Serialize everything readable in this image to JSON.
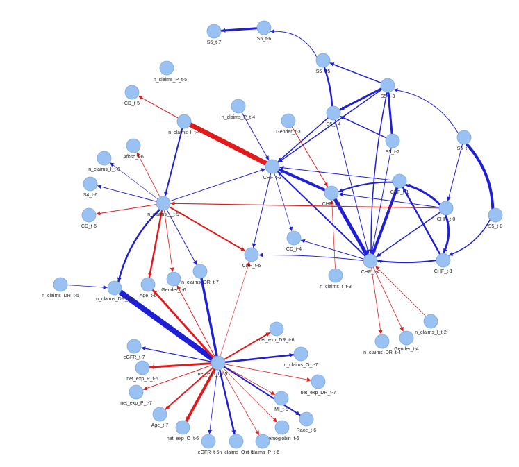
{
  "colors": {
    "positive": "#e31a1c",
    "negative": "#1f1fd6",
    "node_fill": "#99c2f2",
    "node_stroke": "#7fa9dc",
    "label": "#222222"
  },
  "graph": {
    "nodes": [
      {
        "id": "S5_t-7",
        "label": "S5_t-7"
      },
      {
        "id": "S5_t-6",
        "label": "S5_t-6"
      },
      {
        "id": "S5_t-5",
        "label": "S5_t-5"
      },
      {
        "id": "S5_t-4",
        "label": "S5_t-4"
      },
      {
        "id": "S5_t-3",
        "label": "S5_t-3"
      },
      {
        "id": "S5_t-2",
        "label": "S5_t-2"
      },
      {
        "id": "S5_t-1",
        "label": "S5_t-1"
      },
      {
        "id": "S5_t-0",
        "label": "S5_t-0"
      },
      {
        "id": "n_claims_P_t-5",
        "label": "n_claims_P_t-5"
      },
      {
        "id": "CD_t-5",
        "label": "CD_t-5"
      },
      {
        "id": "n_claims_I_t-4",
        "label": "n_claims_I_t-4"
      },
      {
        "id": "n_claims_P_t-4",
        "label": "n_claims_P_t-4"
      },
      {
        "id": "Gender_t-3",
        "label": "Gender_t-3"
      },
      {
        "id": "Afhsc_t-6",
        "label": "Afhsc_t-6"
      },
      {
        "id": "n_claims_I_t-6",
        "label": "n_claims_I_t-6"
      },
      {
        "id": "S4_t-6",
        "label": "S4_t-6"
      },
      {
        "id": "CD_t-6",
        "label": "CD_t-6"
      },
      {
        "id": "n_claims_I_t-5",
        "label": "n_claims_I_t-5"
      },
      {
        "id": "CHF_t-3",
        "label": "CHF_t-3"
      },
      {
        "id": "CHF_t-2",
        "label": "CHF_t-2"
      },
      {
        "id": "CHF_t-1b",
        "label": "CHF_t-1"
      },
      {
        "id": "CHF_t-0",
        "label": "CHF_t-0"
      },
      {
        "id": "CHF_t-1",
        "label": "CHF_t-1"
      },
      {
        "id": "CHF_t-4",
        "label": "CHF_t-4"
      },
      {
        "id": "CD_t-4",
        "label": "CD_t-4"
      },
      {
        "id": "CHF_t-6",
        "label": "CHF_t-6"
      },
      {
        "id": "n_claims_I_t-3",
        "label": "n_claims_I_t-3"
      },
      {
        "id": "n_claims_DR_t-5",
        "label": "n_claims_DR_t-5"
      },
      {
        "id": "n_claims_DR_t-6",
        "label": "n_claims_DR_t-6"
      },
      {
        "id": "Age_t-6",
        "label": "Age_t-6"
      },
      {
        "id": "Gender_t-6",
        "label": "Gender_t-6"
      },
      {
        "id": "n_claims_DR_t-7",
        "label": "n_claims_DR_t-7"
      },
      {
        "id": "n_claims_I_t-2",
        "label": "n_claims_I_t-2"
      },
      {
        "id": "n_claims_DR_t-4",
        "label": "n_claims_DR_t-4"
      },
      {
        "id": "Gender_t-4",
        "label": "Gender_t-4"
      },
      {
        "id": "net_exp_DR_t-6",
        "label": "net_exp_DR_t-6"
      },
      {
        "id": "eGFR_t-7",
        "label": "eGFR_t-7"
      },
      {
        "id": "n_claims_O_t-7",
        "label": "n_claims_O_t-7"
      },
      {
        "id": "net_exp_I_t-5",
        "label": "net_exp_I_t-5"
      },
      {
        "id": "net_exp_P_t-6",
        "label": "net_exp_P_t-6"
      },
      {
        "id": "net_exp_DR_t-7",
        "label": "net_exp_DR_t-7"
      },
      {
        "id": "net_exp_P_t-7",
        "label": "net_exp_P_t-7"
      },
      {
        "id": "MI_t-6",
        "label": "MI_t-6"
      },
      {
        "id": "Age_t-7",
        "label": "Age_t-7"
      },
      {
        "id": "Race_t-6",
        "label": "Race_t-6"
      },
      {
        "id": "net_exp_O_t-6",
        "label": "net_exp_O_t-6"
      },
      {
        "id": "Hemoglobin_t-6",
        "label": "Hemoglobin_t-6"
      },
      {
        "id": "eGFR_t-6",
        "label": "eGFR_t-6"
      },
      {
        "id": "n_claims_O_t-6",
        "label": "n_claims_O_t-6"
      },
      {
        "id": "n_claims_P_t-6",
        "label": "n_claims_P_t-6"
      }
    ],
    "edges": [
      {
        "from": "S5_t-6",
        "to": "S5_t-7",
        "sign": "negative",
        "weight": 3
      },
      {
        "from": "S5_t-5",
        "to": "S5_t-6",
        "sign": "negative",
        "weight": 1
      },
      {
        "from": "S5_t-3",
        "to": "S5_t-5",
        "sign": "negative",
        "weight": 1.5
      },
      {
        "from": "S5_t-1",
        "to": "S5_t-3",
        "sign": "negative",
        "weight": 1
      },
      {
        "from": "S5_t-0",
        "to": "S5_t-1",
        "sign": "negative",
        "weight": 4
      },
      {
        "from": "S5_t-3",
        "to": "S5_t-4",
        "sign": "negative",
        "weight": 3
      },
      {
        "from": "S5_t-4",
        "to": "S5_t-5",
        "sign": "negative",
        "weight": 2.5
      },
      {
        "from": "S5_t-2",
        "to": "S5_t-3",
        "sign": "negative",
        "weight": 3
      },
      {
        "from": "S5_t-2",
        "to": "S5_t-4",
        "sign": "negative",
        "weight": 1.5
      },
      {
        "from": "S5_t-4",
        "to": "CHF_t-3",
        "sign": "negative",
        "weight": 1.5
      },
      {
        "from": "S5_t-3",
        "to": "CHF_t-3",
        "sign": "negative",
        "weight": 1.5
      },
      {
        "from": "S5_t-3",
        "to": "CHF_t-4",
        "sign": "negative",
        "weight": 1.5
      },
      {
        "from": "S5_t-4",
        "to": "CHF_t-4",
        "sign": "negative",
        "weight": 1
      },
      {
        "from": "S5_t-2",
        "to": "CHF_t-4",
        "sign": "negative",
        "weight": 1
      },
      {
        "from": "S5_t-1",
        "to": "CHF_t-0",
        "sign": "negative",
        "weight": 1
      },
      {
        "from": "S5_t-0",
        "to": "CHF_t-1",
        "sign": "negative",
        "weight": 1.5
      },
      {
        "from": "n_claims_I_t-4",
        "to": "CHF_t-3",
        "sign": "positive",
        "weight": 7
      },
      {
        "from": "n_claims_I_t-4",
        "to": "CD_t-5",
        "sign": "positive",
        "weight": 1
      },
      {
        "from": "n_claims_I_t-4",
        "to": "n_claims_I_t-5",
        "sign": "negative",
        "weight": 2
      },
      {
        "from": "n_claims_P_t-4",
        "to": "CHF_t-3",
        "sign": "negative",
        "weight": 1
      },
      {
        "from": "Gender_t-3",
        "to": "CHF_t-2",
        "sign": "positive",
        "weight": 1
      },
      {
        "from": "CHF_t-2",
        "to": "CHF_t-3",
        "sign": "negative",
        "weight": 4
      },
      {
        "from": "CHF_t-1b",
        "to": "CHF_t-2",
        "sign": "negative",
        "weight": 2
      },
      {
        "from": "CHF_t-0",
        "to": "CHF_t-1b",
        "sign": "negative",
        "weight": 3
      },
      {
        "from": "CHF_t-1",
        "to": "CHF_t-1b",
        "sign": "negative",
        "weight": 2.5
      },
      {
        "from": "CHF_t-1b",
        "to": "CHF_t-3",
        "sign": "negative",
        "weight": 1
      },
      {
        "from": "CHF_t-0",
        "to": "CHF_t-2",
        "sign": "negative",
        "weight": 1
      },
      {
        "from": "CHF_t-0",
        "to": "CHF_t-1",
        "sign": "negative",
        "weight": 3
      },
      {
        "from": "CHF_t-4",
        "to": "CHF_t-2",
        "sign": "negative",
        "weight": 5
      },
      {
        "from": "CHF_t-4",
        "to": "CHF_t-3",
        "sign": "negative",
        "weight": 2
      },
      {
        "from": "CHF_t-1b",
        "to": "CHF_t-4",
        "sign": "negative",
        "weight": 4
      },
      {
        "from": "CHF_t-0",
        "to": "CHF_t-4",
        "sign": "negative",
        "weight": 1.5
      },
      {
        "from": "CHF_t-1",
        "to": "CHF_t-4",
        "sign": "negative",
        "weight": 2
      },
      {
        "from": "CHF_t-2",
        "to": "CHF_t-4",
        "sign": "negative",
        "weight": 3
      },
      {
        "from": "CHF_t-4",
        "to": "CHF_t-6",
        "sign": "negative",
        "weight": 1
      },
      {
        "from": "CHF_t-4",
        "to": "CD_t-4",
        "sign": "negative",
        "weight": 1
      },
      {
        "from": "CHF_t-3",
        "to": "CD_t-4",
        "sign": "negative",
        "weight": 0.7
      },
      {
        "from": "CHF_t-3",
        "to": "CHF_t-6",
        "sign": "negative",
        "weight": 1
      },
      {
        "from": "n_claims_I_t-3",
        "to": "CHF_t-2",
        "sign": "positive",
        "weight": 0.7
      },
      {
        "from": "CHF_t-0",
        "to": "n_claims_I_t-5",
        "sign": "positive",
        "weight": 1.2
      },
      {
        "from": "n_claims_I_t-5",
        "to": "CHF_t-6",
        "sign": "positive",
        "weight": 2
      },
      {
        "from": "n_claims_I_t-5",
        "to": "CHF_t-3",
        "sign": "negative",
        "weight": 1
      },
      {
        "from": "n_claims_I_t-5",
        "to": "CD_t-6",
        "sign": "positive",
        "weight": 1
      },
      {
        "from": "n_claims_I_t-5",
        "to": "S4_t-6",
        "sign": "negative",
        "weight": 1
      },
      {
        "from": "n_claims_I_t-5",
        "to": "n_claims_I_t-6",
        "sign": "negative",
        "weight": 0.6
      },
      {
        "from": "n_claims_I_t-5",
        "to": "Afhsc_t-6",
        "sign": "positive",
        "weight": 0.8
      },
      {
        "from": "n_claims_I_t-5",
        "to": "n_claims_DR_t-6",
        "sign": "negative",
        "weight": 2.5
      },
      {
        "from": "n_claims_I_t-5",
        "to": "Age_t-6",
        "sign": "positive",
        "weight": 2.5
      },
      {
        "from": "n_claims_I_t-5",
        "to": "Gender_t-6",
        "sign": "positive",
        "weight": 0.8
      },
      {
        "from": "n_claims_I_t-5",
        "to": "n_claims_DR_t-7",
        "sign": "negative",
        "weight": 1
      },
      {
        "from": "n_claims_DR_t-5",
        "to": "n_claims_DR_t-6",
        "sign": "negative",
        "weight": 0.8
      },
      {
        "from": "CHF_t-4",
        "to": "n_claims_DR_t-4",
        "sign": "positive",
        "weight": 0.8
      },
      {
        "from": "CHF_t-4",
        "to": "Gender_t-4",
        "sign": "positive",
        "weight": 0.8
      },
      {
        "from": "n_claims_I_t-2",
        "to": "CHF_t-4",
        "sign": "positive",
        "weight": 0.8
      },
      {
        "from": "net_exp_I_t-5",
        "to": "n_claims_DR_t-6",
        "sign": "negative",
        "weight": 8
      },
      {
        "from": "net_exp_I_t-5",
        "to": "Age_t-6",
        "sign": "positive",
        "weight": 3
      },
      {
        "from": "net_exp_I_t-5",
        "to": "Gender_t-6",
        "sign": "positive",
        "weight": 1
      },
      {
        "from": "net_exp_I_t-5",
        "to": "n_claims_DR_t-7",
        "sign": "negative",
        "weight": 3.5
      },
      {
        "from": "net_exp_I_t-5",
        "to": "CHF_t-6",
        "sign": "positive",
        "weight": 0.6
      },
      {
        "from": "net_exp_I_t-5",
        "to": "net_exp_DR_t-6",
        "sign": "positive",
        "weight": 2
      },
      {
        "from": "net_exp_I_t-5",
        "to": "eGFR_t-7",
        "sign": "negative",
        "weight": 1.2
      },
      {
        "from": "net_exp_I_t-5",
        "to": "n_claims_O_t-7",
        "sign": "negative",
        "weight": 2.5
      },
      {
        "from": "net_exp_I_t-5",
        "to": "net_exp_P_t-6",
        "sign": "positive",
        "weight": 3
      },
      {
        "from": "net_exp_I_t-5",
        "to": "net_exp_DR_t-7",
        "sign": "positive",
        "weight": 0.8
      },
      {
        "from": "net_exp_I_t-5",
        "to": "net_exp_P_t-7",
        "sign": "positive",
        "weight": 1
      },
      {
        "from": "net_exp_I_t-5",
        "to": "MI_t-6",
        "sign": "positive",
        "weight": 0.8
      },
      {
        "from": "net_exp_I_t-5",
        "to": "Age_t-7",
        "sign": "positive",
        "weight": 2
      },
      {
        "from": "net_exp_I_t-5",
        "to": "Race_t-6",
        "sign": "negative",
        "weight": 2
      },
      {
        "from": "net_exp_I_t-5",
        "to": "net_exp_O_t-6",
        "sign": "positive",
        "weight": 4
      },
      {
        "from": "net_exp_I_t-5",
        "to": "Hemoglobin_t-6",
        "sign": "positive",
        "weight": 0.7
      },
      {
        "from": "net_exp_I_t-5",
        "to": "eGFR_t-6",
        "sign": "negative",
        "weight": 0.8
      },
      {
        "from": "net_exp_I_t-5",
        "to": "n_claims_O_t-6",
        "sign": "negative",
        "weight": 2.5
      },
      {
        "from": "net_exp_I_t-5",
        "to": "n_claims_P_t-6",
        "sign": "positive",
        "weight": 0.7
      }
    ]
  }
}
